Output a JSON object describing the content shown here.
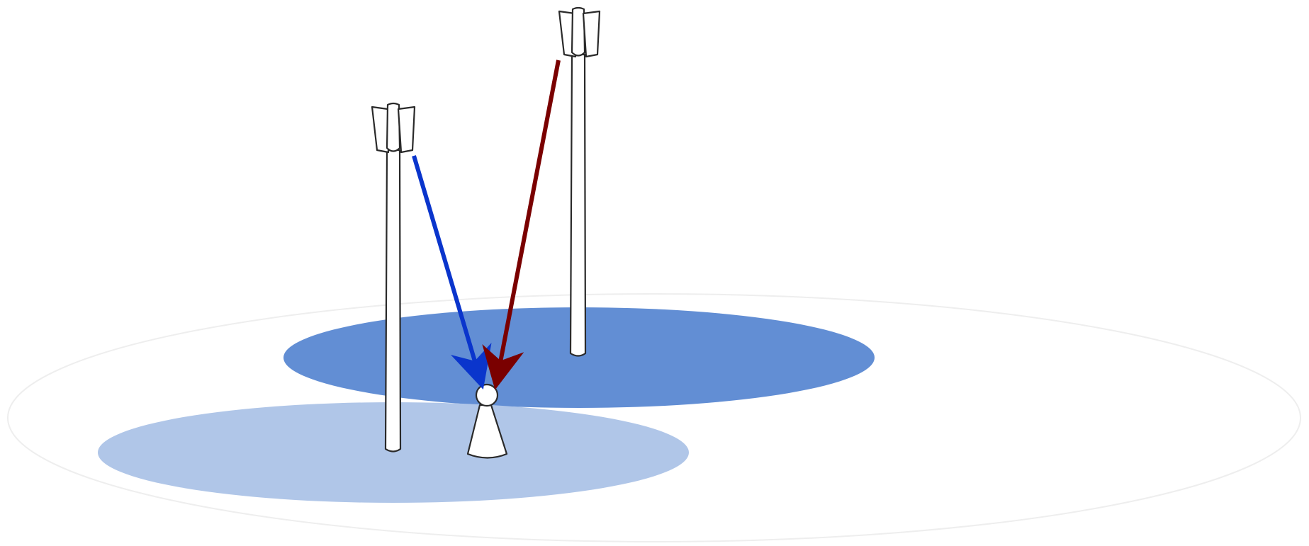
{
  "diagram": {
    "colors": {
      "background": "#ffffff",
      "ground_ring": "#eeeeee",
      "cell_front": "#b0c6e8",
      "cell_back": "#628ed4",
      "tower_fill": "#ffffff",
      "tower_stroke": "#2a2a2a",
      "signal_tower_1": "#0a35cc",
      "signal_tower_2": "#7a0000"
    },
    "elements": {
      "ground_area": "coverage-area",
      "cell_front": "cell-coverage",
      "cell_back": "cell-coverage",
      "tower_1": "cell-tower-icon",
      "tower_2": "cell-tower-icon",
      "user": "user-icon",
      "signal_1": "arrow",
      "signal_2": "arrow"
    }
  }
}
